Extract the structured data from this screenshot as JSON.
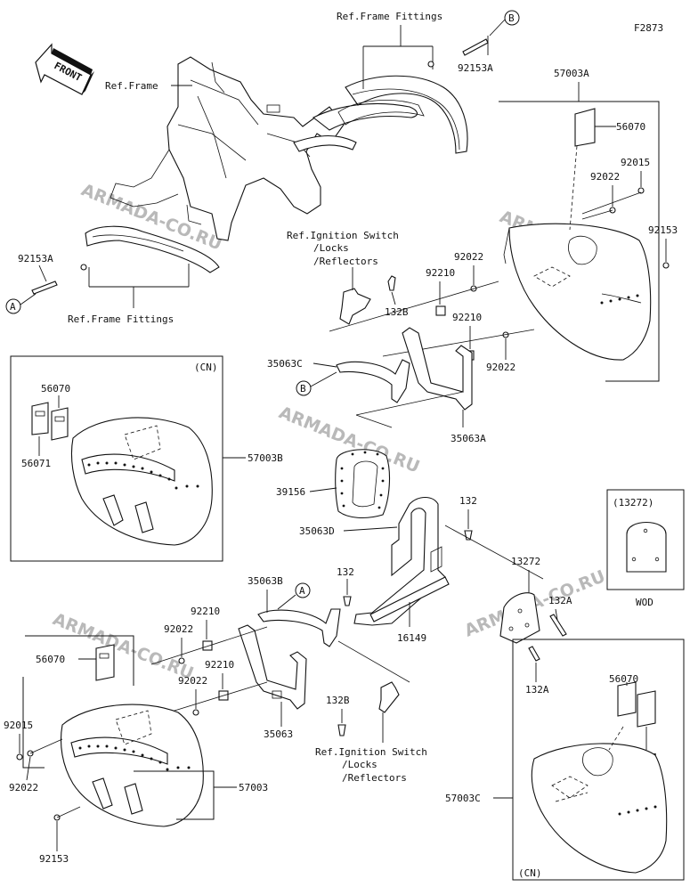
{
  "figure_code": "F2873",
  "front_arrow": "FRONT",
  "watermark": "ARMADA-CO.RU",
  "markers": {
    "A": "A",
    "B": "B"
  },
  "refs": {
    "frame": "Ref.Frame",
    "frame_fittings": "Ref.Frame Fittings",
    "ignition_line1": "Ref.Ignition Switch",
    "ignition_line2": "/Locks",
    "ignition_line3": "/Reflectors"
  },
  "panels": {
    "cn": "(CN)",
    "wod_code": "(13272)",
    "wod": "WOD"
  },
  "parts": {
    "p92153A": "92153A",
    "p57003A": "57003A",
    "p56070": "56070",
    "p56071": "56071",
    "p92015": "92015",
    "p92022": "92022",
    "p92153": "92153",
    "p92210": "92210",
    "p132B": "132B",
    "p35063C": "35063C",
    "p35063A": "35063A",
    "p57003B": "57003B",
    "p39156": "39156",
    "p35063D": "35063D",
    "p132": "132",
    "p13272": "13272",
    "p132A": "132A",
    "p16149": "16149",
    "p35063B": "35063B",
    "p35063": "35063",
    "p57003": "57003",
    "p57003C": "57003C"
  }
}
